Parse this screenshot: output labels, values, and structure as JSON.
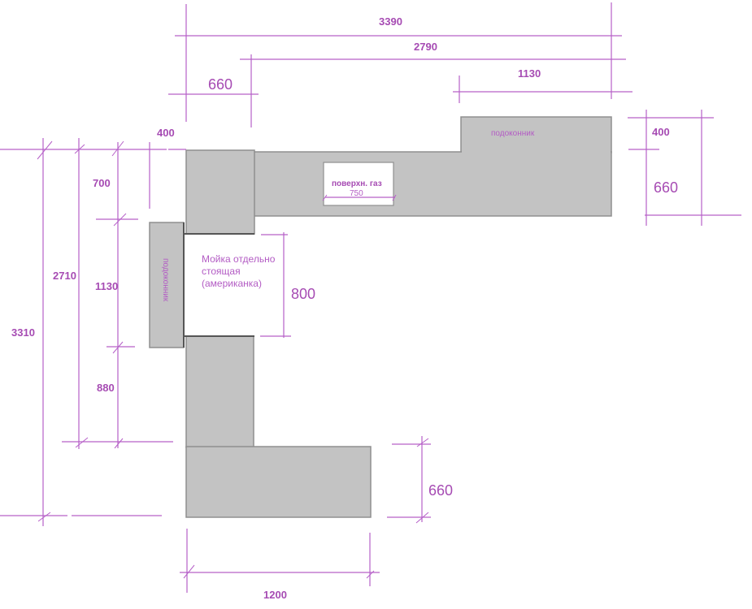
{
  "diagram": {
    "type": "kitchen-countertop-floor-plan",
    "units": "mm",
    "colors": {
      "countertop_fill": "#c3c3c3",
      "countertop_stroke": "#8f8f8f",
      "dimension_color": "#b660c8",
      "label_color": "#a64bb3"
    },
    "dimensions": {
      "top_total": "3390",
      "top_inner": "2790",
      "top_right_segment": "1130",
      "top_left_depth": "660",
      "right_sill_depth": "400",
      "right_counter_depth": "660",
      "left_top_offset": "400",
      "left_segment_700": "700",
      "left_sill_1130": "1130",
      "left_segment_880": "880",
      "left_inner_2710": "2710",
      "left_total_3310": "3310",
      "sink_gap": "800",
      "bottom_depth": "660",
      "bottom_width": "1200",
      "gas_hob_width": "750"
    },
    "labels": {
      "sill_top": "подоконник",
      "sill_left": "подоконник",
      "gas_hob": "поверхн. газ",
      "sink_line1": "Мойка  отдельно",
      "sink_line2": "стоящая",
      "sink_line3": "(американка)"
    },
    "elements": [
      {
        "name": "top-counter",
        "label": "countertop run along top wall"
      },
      {
        "name": "top-windowsill",
        "label": "подоконник"
      },
      {
        "name": "corner-block",
        "label": "upper-left corner countertop"
      },
      {
        "name": "left-windowsill",
        "label": "подоконник"
      },
      {
        "name": "left-lower-counter",
        "label": "left lower countertop"
      },
      {
        "name": "bottom-counter",
        "label": "bottom countertop 1200x660"
      },
      {
        "name": "gas-hob",
        "label": "поверхн. газ 750"
      },
      {
        "name": "sink-zone",
        "label": "Мойка отдельно стоящая (американка)"
      }
    ]
  }
}
